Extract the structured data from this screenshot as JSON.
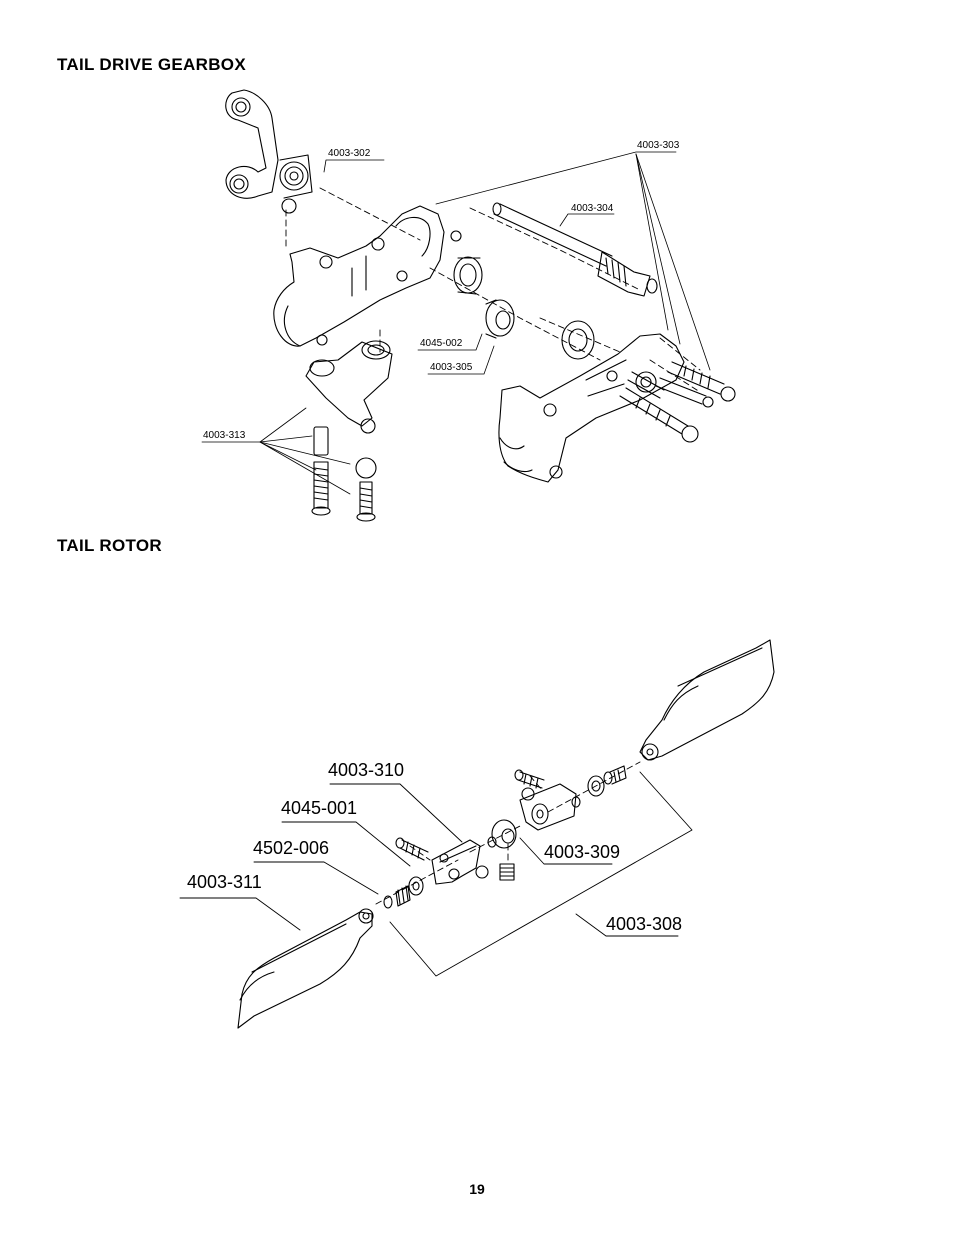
{
  "sections": [
    {
      "title": "TAIL DRIVE GEARBOX"
    },
    {
      "title": "TAIL ROTOR"
    }
  ],
  "gearbox_labels": [
    "4003-302",
    "4003-303",
    "4003-304",
    "4045-002",
    "4003-305",
    "4003-313"
  ],
  "rotor_labels": [
    "4003-310",
    "4045-001",
    "4502-006",
    "4003-311",
    "4003-309",
    "4003-308"
  ],
  "page_number": "19"
}
